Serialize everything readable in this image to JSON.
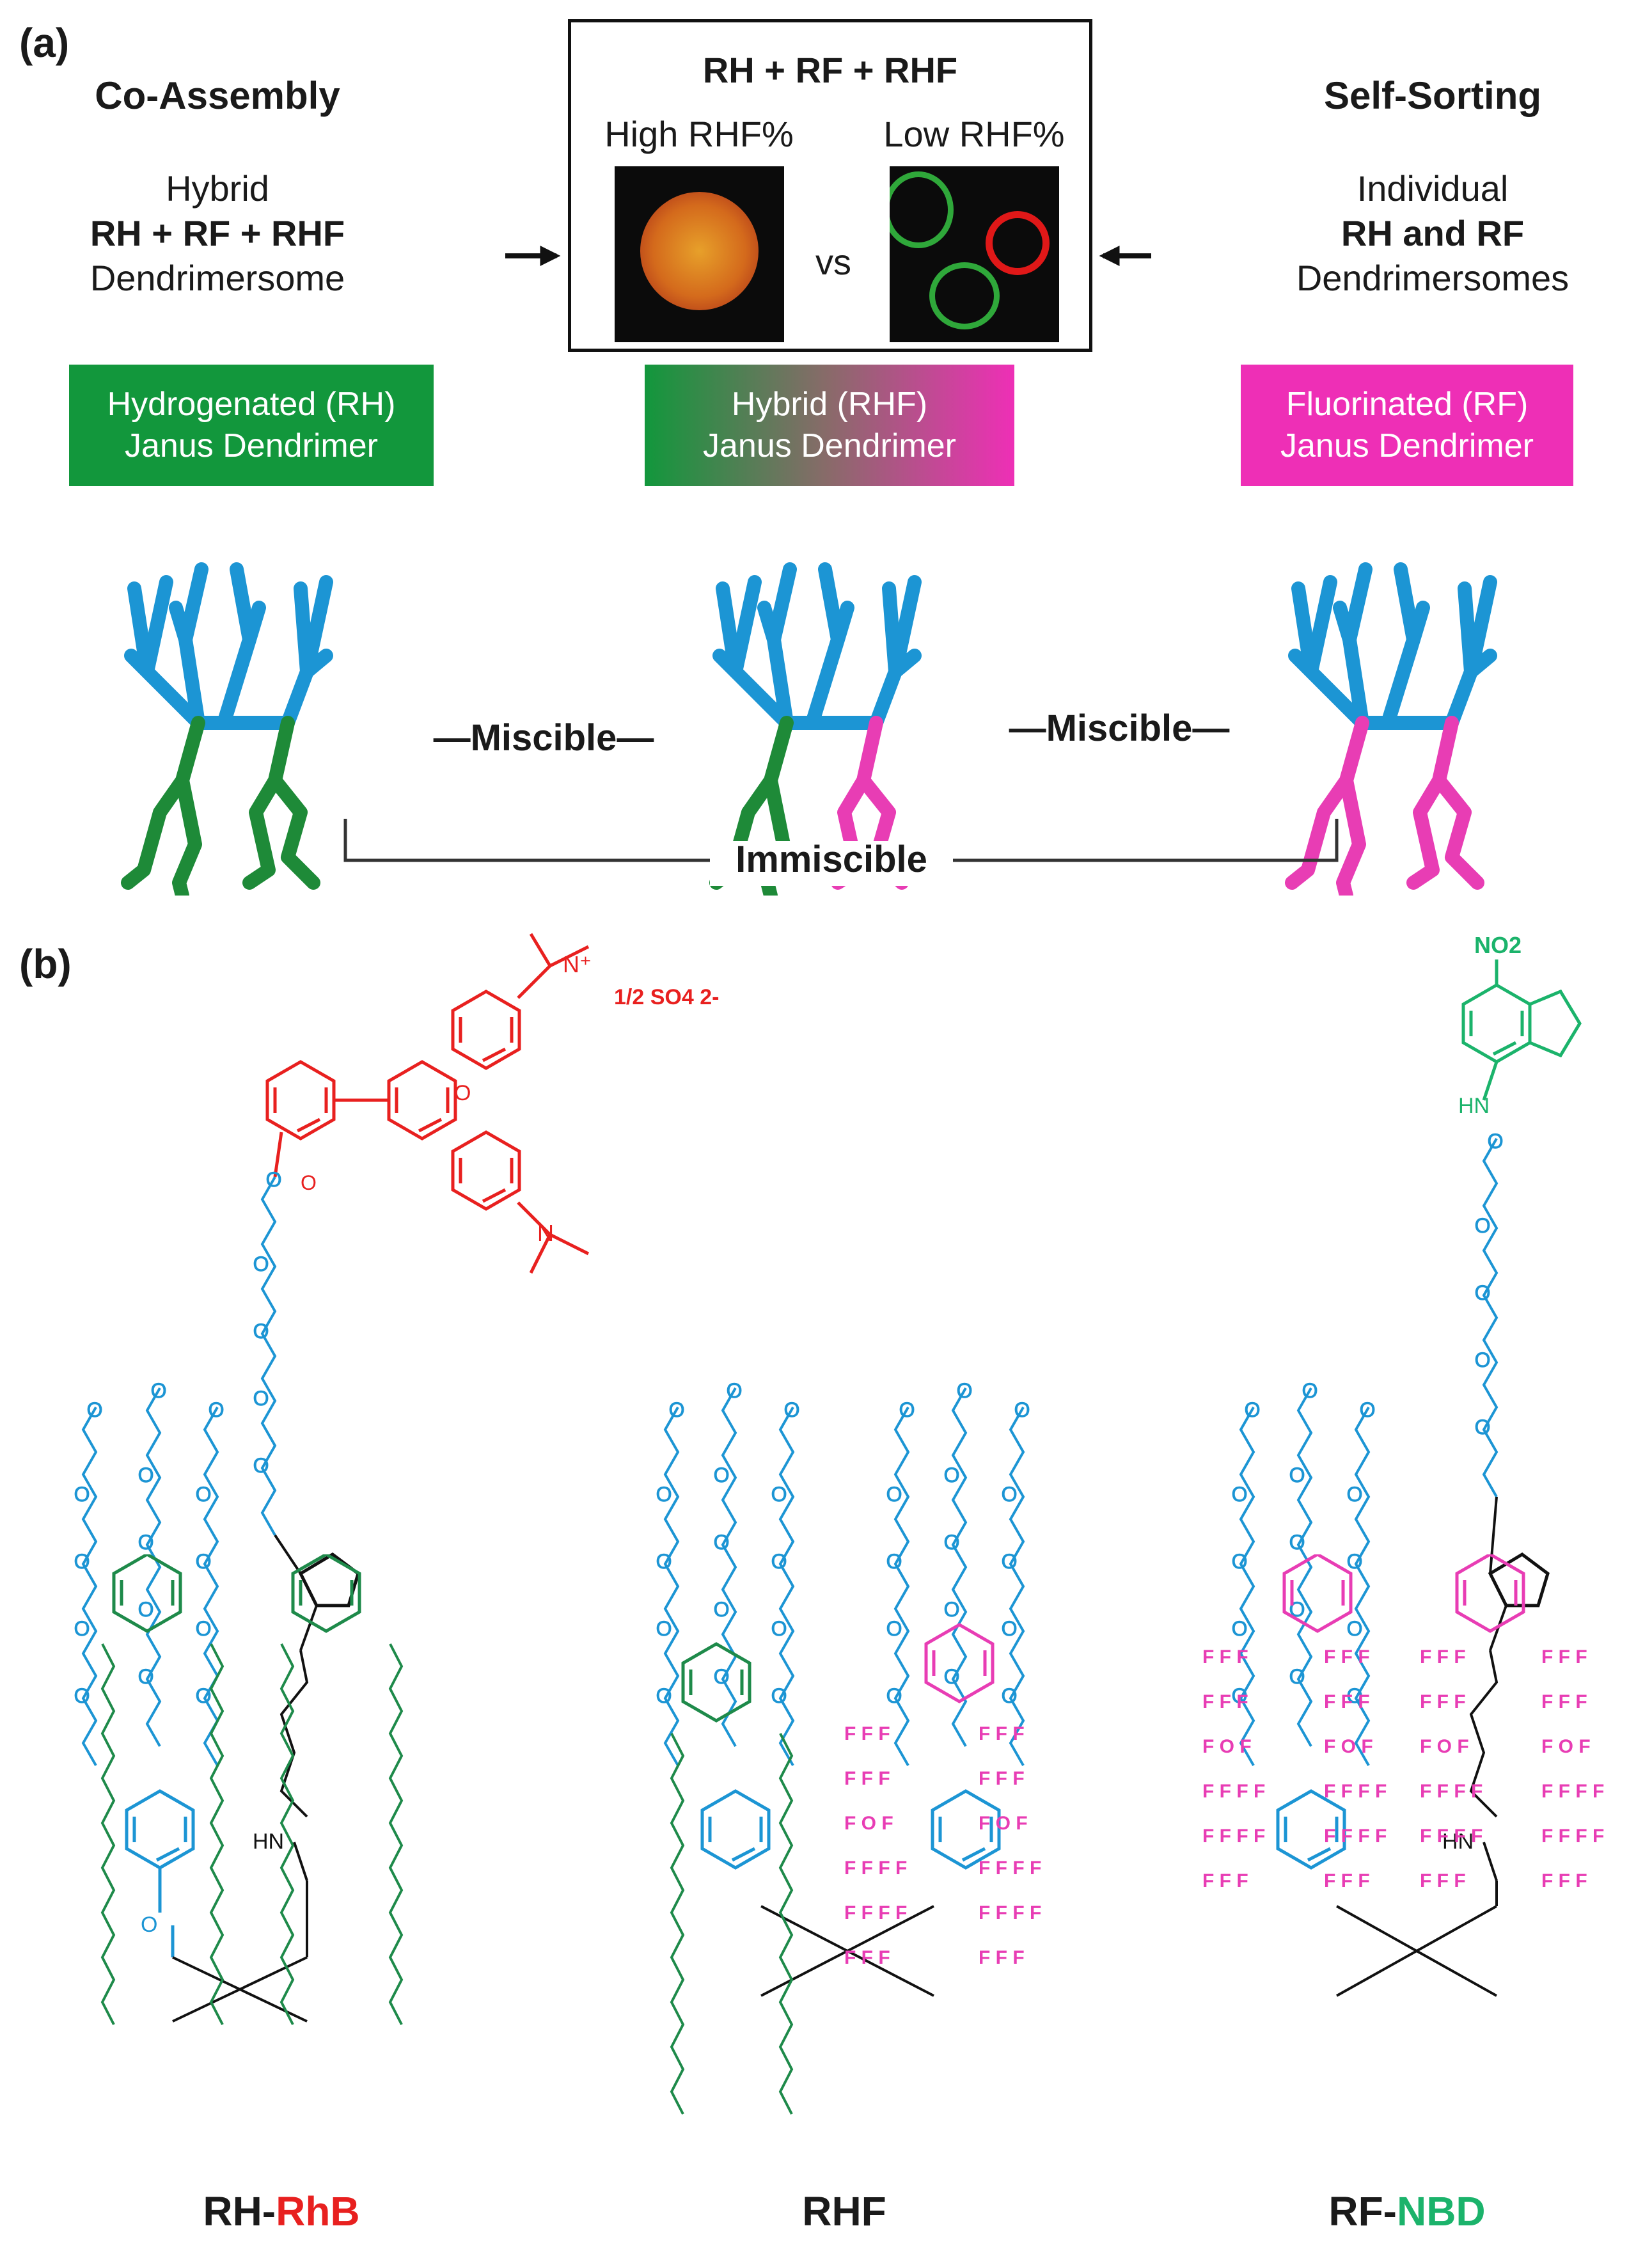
{
  "panel_a": {
    "label": "(a)",
    "left": {
      "heading": "Co-Assembly",
      "desc_line1": "Hybrid",
      "desc_line2": "RH + RF + RHF",
      "desc_line3": "Dendrimersome",
      "box_line1": "Hydrogenated (RH)",
      "box_line2": "Janus Dendrimer",
      "box_color": "#12973c"
    },
    "center": {
      "inset_title": "RH + RF + RHF",
      "inset_left_label": "High RHF%",
      "inset_right_label": "Low RHF%",
      "inset_vs": "vs",
      "box_line1": "Hybrid (RHF)",
      "box_line2": "Janus Dendrimer"
    },
    "right": {
      "heading": "Self-Sorting",
      "desc_line1": "Individual",
      "desc_line2": "RH and RF",
      "desc_line3": "Dendrimersomes",
      "box_line1": "Fluorinated (RF)",
      "box_line2": "Janus Dendrimer",
      "box_color": "#ee2fb6"
    },
    "miscible_left": "—Miscible—",
    "miscible_right": "—Miscible—",
    "immiscible": "Immiscible",
    "colors": {
      "head_blue": "#1c95d4",
      "tail_green": "#1e8a38",
      "tail_pink": "#e83db4"
    }
  },
  "panel_b": {
    "label": "(b)",
    "counter_ion": "1/2 SO4 2-",
    "nitro_label": "NO2",
    "hn_label": "HN",
    "structures": [
      {
        "name": "RH-RhB",
        "part1": "RH-",
        "part2": "RhB",
        "part2_color": "#e8201f"
      },
      {
        "name": "RHF",
        "part1": "RHF",
        "part2": "",
        "part2_color": "#111111"
      },
      {
        "name": "RF-NBD",
        "part1": "RF-",
        "part2": "NBD",
        "part2_color": "#1bb36b"
      }
    ],
    "colors": {
      "peg_blue": "#1c95d4",
      "alkyl_green": "#1e8a4a",
      "fluoro_pink": "#e83db4",
      "dye_red": "#e8201f",
      "nbd_green": "#1bb36b"
    }
  }
}
